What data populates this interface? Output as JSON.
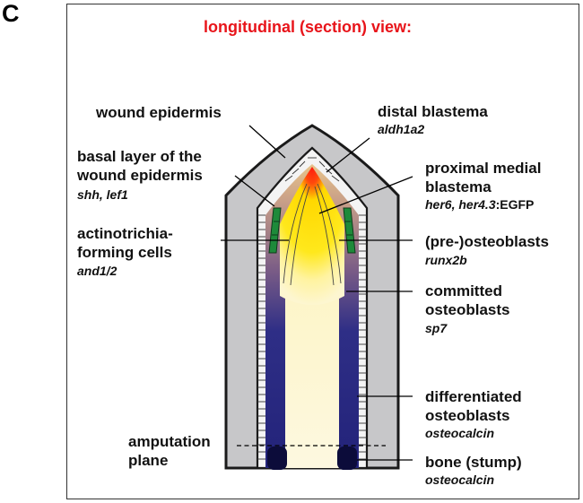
{
  "panel_letter": "C",
  "title": "longitudinal (section) view:",
  "labels": {
    "wound_epidermis": "wound epidermis",
    "basal_layer_1": "basal layer of the",
    "basal_layer_2": "wound epidermis",
    "basal_layer_genes": "shh, lef1",
    "actinotrichia_1": "actinotrichia-",
    "actinotrichia_2": "forming cells",
    "actinotrichia_genes": "and1/2",
    "amputation_1": "amputation",
    "amputation_2": "plane",
    "distal_blastema": "distal blastema",
    "distal_blastema_gene": "aldh1a2",
    "proximal_1": "proximal medial",
    "proximal_2": "blastema",
    "proximal_genes_italic": "her6, her4.3",
    "proximal_genes_plain": ":EGFP",
    "preosteoblasts": "(pre-)osteoblasts",
    "preosteoblasts_gene": "runx2b",
    "committed_1": "committed",
    "committed_2": "osteoblasts",
    "committed_gene": "sp7",
    "differentiated_1": "differentiated",
    "differentiated_2": "osteoblasts",
    "differentiated_gene": "osteocalcin",
    "bone_stump": "bone (stump)",
    "bone_stump_gene": "osteocalcin"
  },
  "colors": {
    "title": "#e8141a",
    "epidermis": "#c7c7c9",
    "osteoblast_band_top": "#d8b07a",
    "osteoblast_band_bottom": "#2a2a80",
    "green_cells": "#1e8a3a",
    "blastema_yellow": "#ffe400",
    "blastema_red": "#ff2a10",
    "mesenchyme": "#fdf6d0",
    "bone_stump": "#0c0c3a"
  }
}
